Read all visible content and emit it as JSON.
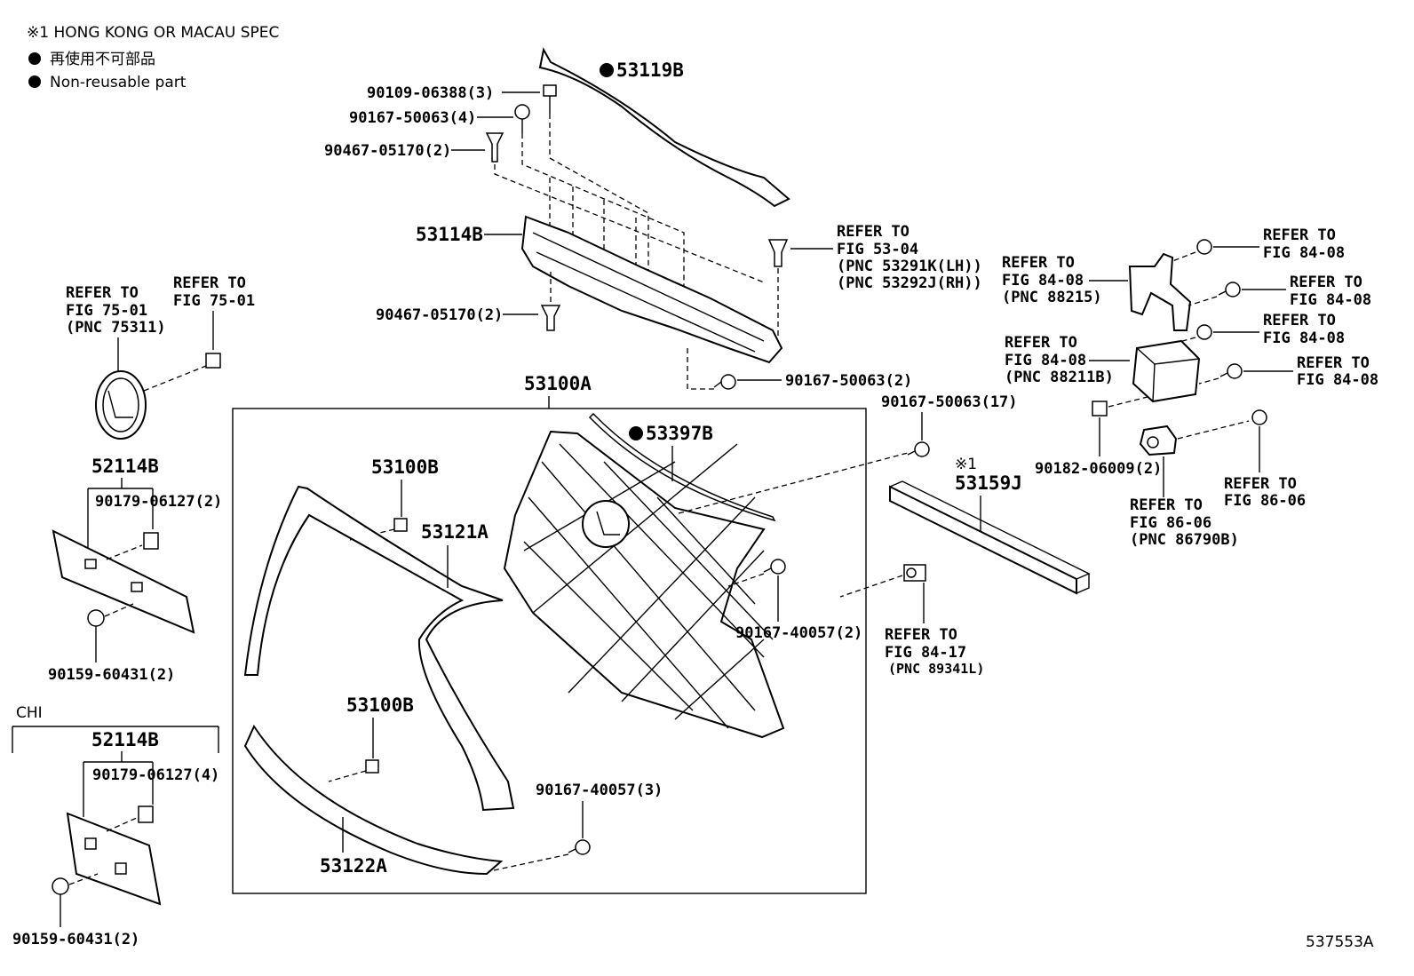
{
  "legend": {
    "note": "※1 HONG KONG OR MACAU SPEC",
    "non_reusable_jp": "再使用不可部品",
    "non_reusable_en": "Non-reusable part"
  },
  "labels": {
    "p53119B": "53119B",
    "p90109_06388": "90109-06388(3)",
    "p90167_50063_4": "90167-50063(4)",
    "p90467_05170_a": "90467-05170(2)",
    "p53114B": "53114B",
    "p90467_05170_b": "90467-05170(2)",
    "p90167_50063_2": "90167-50063(2)",
    "ref_53_04": [
      "REFER TO",
      "FIG 53-04",
      "(PNC 53291K(LH))",
      "(PNC 53292J(RH))"
    ],
    "ref_75_01_a": [
      "REFER TO",
      "FIG 75-01",
      "(PNC 75311)"
    ],
    "ref_75_01_b": [
      "REFER TO",
      "FIG 75-01"
    ],
    "p53100A": "53100A",
    "p53397B": "53397B",
    "p90167_50063_17": "90167-50063(17)",
    "p53100B_a": "53100B",
    "p53121A": "53121A",
    "p53100B_b": "53100B",
    "p53122A": "53122A",
    "p90167_40057_2": "90167-40057(2)",
    "p90167_40057_3": "90167-40057(3)",
    "p52114B_a": "52114B",
    "p90179_06127_2": "90179-06127(2)",
    "p90159_60431_a": "90159-60431(2)",
    "chi": "CHI",
    "p52114B_b": "52114B",
    "p90179_06127_4": "90179-06127(4)",
    "p90159_60431_b": "90159-60431(2)",
    "note_mark": "※1",
    "p53159J": "53159J",
    "ref_84_17": [
      "REFER TO",
      "FIG 84-17",
      "(PNC 89341L)"
    ],
    "ref_84_08_a": [
      "REFER TO",
      "FIG 84-08",
      "(PNC 88215)"
    ],
    "ref_84_08_b": [
      "REFER TO",
      "FIG 84-08"
    ],
    "ref_84_08_c": [
      "REFER TO",
      "FIG 84-08"
    ],
    "ref_84_08_d": [
      "REFER TO",
      "FIG 84-08"
    ],
    "ref_84_08_e": [
      "REFER TO",
      "FIG 84-08",
      "(PNC 88211B)"
    ],
    "ref_84_08_f": [
      "REFER TO",
      "FIG 84-08"
    ],
    "p90182_06009": "90182-06009(2)",
    "ref_86_06_a": [
      "REFER TO",
      "FIG 86-06",
      "(PNC 86790B)"
    ],
    "ref_86_06_b": [
      "REFER TO",
      "FIG 86-06"
    ],
    "diagram_id": "537553A"
  }
}
